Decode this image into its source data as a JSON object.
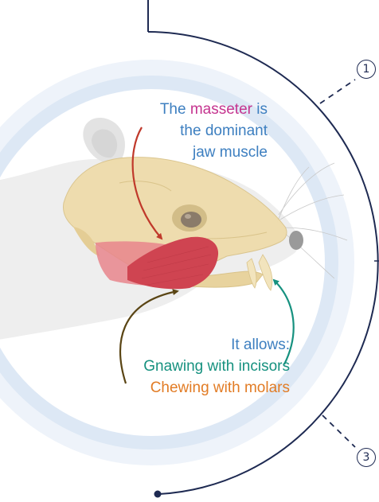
{
  "headline": {
    "line1_prefix": "The",
    "line1_highlight": "masseter",
    "line1_suffix": "is",
    "line2": "the dominant",
    "line3": "jaw muscle"
  },
  "function": {
    "intro": "It allows:",
    "item1": "Gnawing with incisors",
    "item2": "Chewing with molars"
  },
  "badges": {
    "first": "1",
    "third": "3"
  },
  "colors": {
    "navy_line": "#1e2a52",
    "headline_text": "#3d7fc0",
    "highlight": "#c5348f",
    "incisors": "#16917f",
    "molars": "#e27c25",
    "arrow_red": "#c0392b",
    "arrow_teal": "#16917f",
    "arrow_brown": "#5a4514",
    "ring_light": "#dde8f5",
    "muscle": "#d9535d"
  },
  "icons": [
    "rat-head-illustration",
    "skull-illustration",
    "masseter-muscle-illustration"
  ]
}
